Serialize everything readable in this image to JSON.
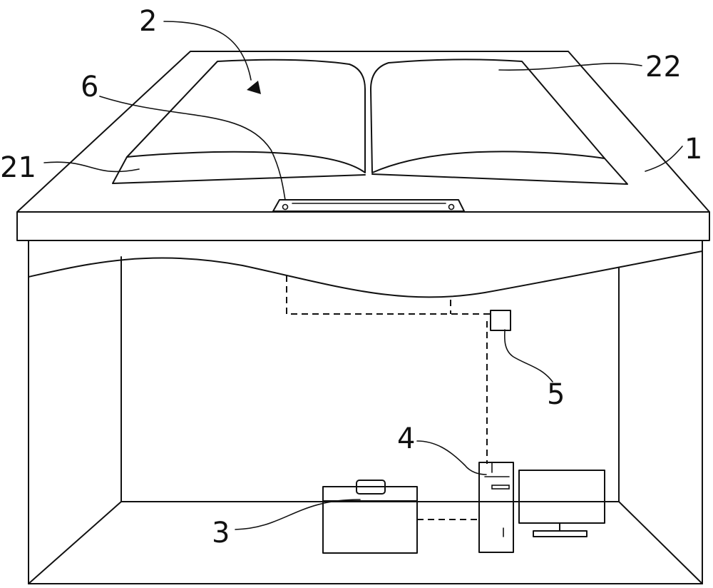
{
  "labels": {
    "table": "1",
    "book": "2",
    "left_page": "21",
    "right_page": "22",
    "device": "3",
    "computer": "4",
    "sensor": "5",
    "clip": "6"
  }
}
